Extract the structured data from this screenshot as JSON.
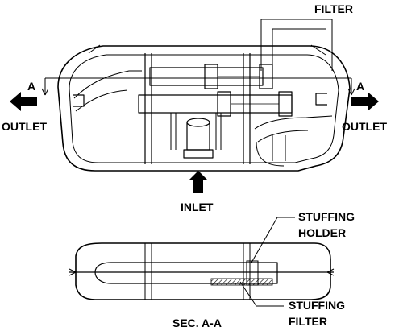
{
  "labels": {
    "filter": "FILTER",
    "outlet_left": "OUTLET",
    "outlet_right": "OUTLET",
    "inlet": "INLET",
    "section_marker_left": "A",
    "section_marker_right": "A",
    "stuffing_holder_line1": "STUFFING",
    "stuffing_holder_line2": "HOLDER",
    "stuffing_filter_line1": "STUFFING",
    "stuffing_filter_line2": "FILTER",
    "section_title": "SEC. A-A"
  },
  "colors": {
    "line": "#000000",
    "background": "#ffffff",
    "hatch": "#333333"
  }
}
